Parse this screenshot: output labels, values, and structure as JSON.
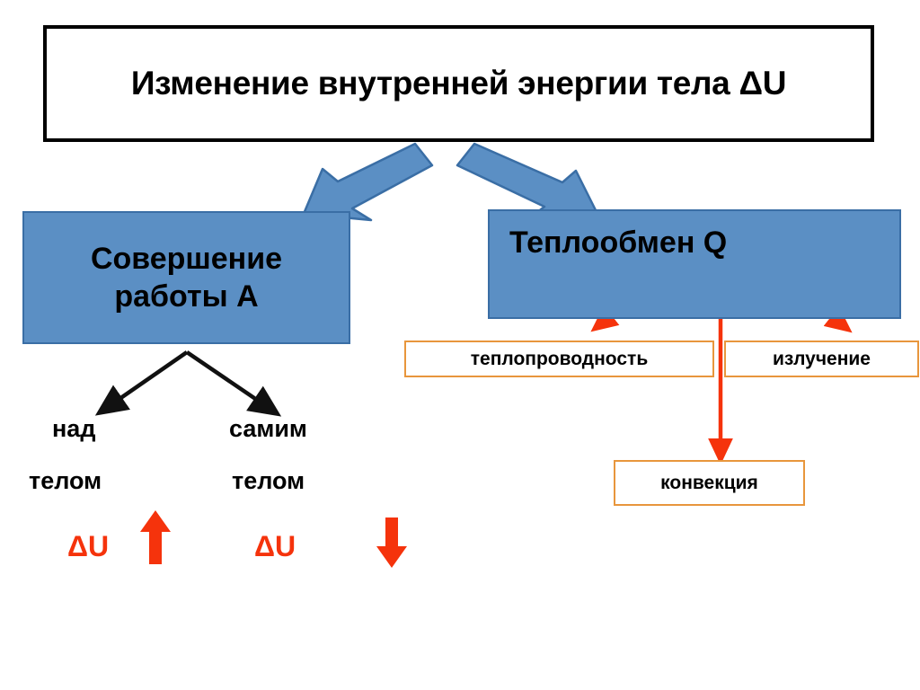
{
  "diagram": {
    "title": {
      "text": "Изменение внутренней энергии тела ΔU",
      "border_color": "#000000",
      "fill_color": "#ffffff",
      "text_color": "#000000"
    },
    "branches": [
      {
        "id": "work",
        "label": "Совершение работы А",
        "line1": "Совершение",
        "line2": "работы А",
        "fill_color": "#5b8fc4",
        "border_color": "#3a6ea5"
      },
      {
        "id": "heat",
        "label": "Теплообмен Q",
        "fill_color": "#5b8fc4",
        "border_color": "#3a6ea5"
      }
    ],
    "heat_modes": [
      {
        "id": "conduction",
        "label": "теплопроводность",
        "border_color": "#e8963c",
        "fill_color": "#ffffff"
      },
      {
        "id": "radiation",
        "label": "излучение",
        "border_color": "#e8963c",
        "fill_color": "#ffffff"
      },
      {
        "id": "convection",
        "label": "конвекция",
        "border_color": "#e8963c",
        "fill_color": "#ffffff"
      }
    ],
    "work_modes": [
      {
        "id": "over-body",
        "line1": "над",
        "line2": "телом",
        "result_label": "ΔU",
        "result_direction": "up"
      },
      {
        "id": "by-body",
        "line1": "самим",
        "line2": "телом",
        "result_label": "ΔU",
        "result_direction": "down"
      }
    ],
    "result_color": "#f5330c",
    "arrows": {
      "block_arrow_fill": "#5b8fc4",
      "block_arrow_stroke": "#3a6ea5",
      "thin_black": "#111111",
      "thin_red": "#f5330c"
    }
  }
}
